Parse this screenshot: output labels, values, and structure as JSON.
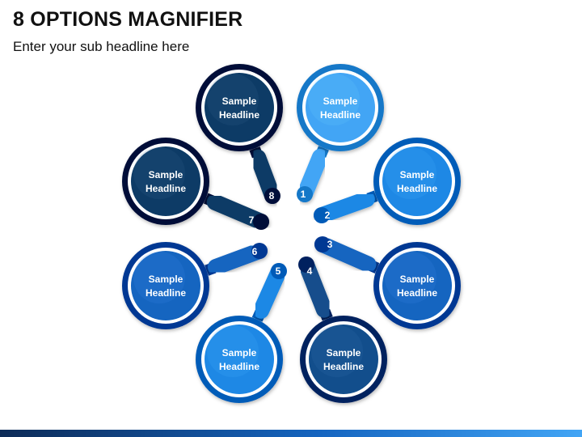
{
  "header": {
    "title": "8 OPTIONS MAGNIFIER",
    "subtitle": "Enter your sub headline here"
  },
  "options": [
    {
      "number": "1",
      "line1": "Sample",
      "line2": "Headline",
      "color": "#42A5F5"
    },
    {
      "number": "2",
      "line1": "Sample",
      "line2": "Headline",
      "color": "#1E88E5"
    },
    {
      "number": "3",
      "line1": "Sample",
      "line2": "Headline",
      "color": "#1565C0"
    },
    {
      "number": "4",
      "line1": "Sample",
      "line2": "Headline",
      "color": "#124E8C"
    },
    {
      "number": "5",
      "line1": "Sample",
      "line2": "Headline",
      "color": "#1E88E5"
    },
    {
      "number": "6",
      "line1": "Sample",
      "line2": "Headline",
      "color": "#1565C0"
    },
    {
      "number": "7",
      "line1": "Sample",
      "line2": "Headline",
      "color": "#0D3B66"
    },
    {
      "number": "8",
      "line1": "Sample",
      "line2": "Headline",
      "color": "#0D3B66"
    }
  ],
  "footer": {
    "colors": [
      "#0D2B57",
      "#1565C0",
      "#42A5F5"
    ]
  }
}
